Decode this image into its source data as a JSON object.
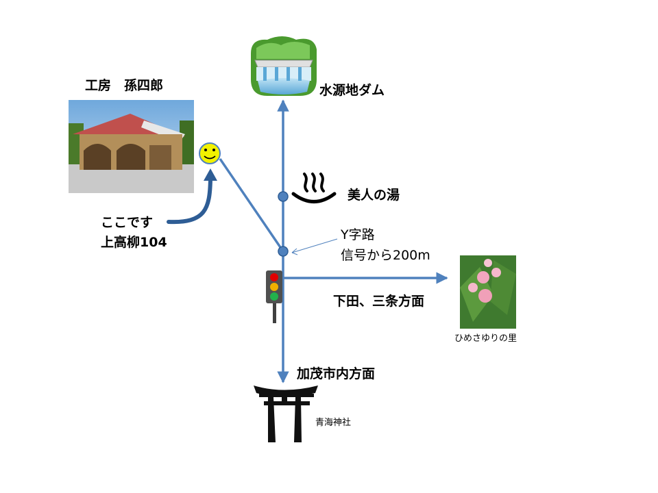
{
  "workshop": {
    "title": "工房　孫四郎"
  },
  "here": {
    "line1": "ここです",
    "line2": "上高柳104"
  },
  "dam": {
    "label": "水源地ダム"
  },
  "onsen": {
    "label": "美人の湯"
  },
  "junction": {
    "line1": "Y字路",
    "line2": "信号から200m"
  },
  "east": {
    "label": "下田、三条方面"
  },
  "lily": {
    "caption": "ひめさゆりの里"
  },
  "south": {
    "label": "加茂市内方面"
  },
  "shrine": {
    "caption": "青海神社"
  },
  "colors": {
    "road": "#4f81bd",
    "road_dark": "#2e5d95",
    "smiley": "#f2f200",
    "light_red": "#e00000",
    "light_yellow": "#f0b000",
    "light_green": "#22b14c",
    "torii": "#111111"
  },
  "icons": [
    "dam-icon",
    "onsen-icon",
    "smiley-icon",
    "traffic-light-icon",
    "torii-icon",
    "workshop-photo",
    "lily-photo"
  ]
}
